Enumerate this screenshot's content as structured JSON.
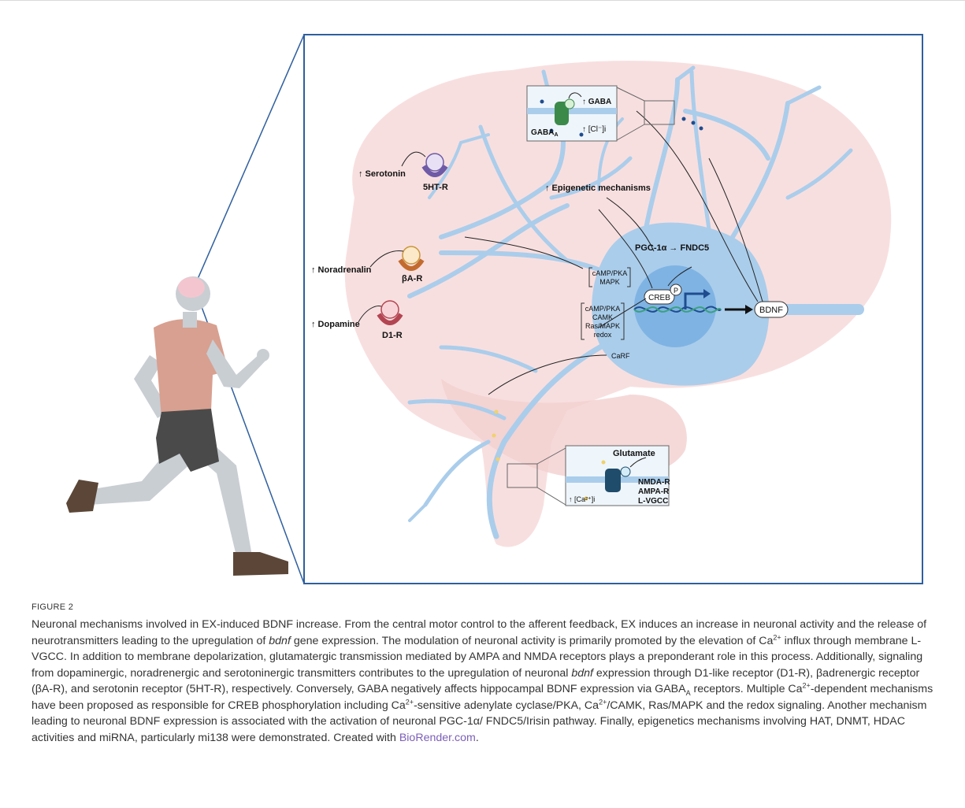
{
  "figure": {
    "label": "FIGURE 2",
    "caption": {
      "p01": "Neuronal mechanisms involved in EX-induced BDNF increase. From the central motor control to the afferent feedback, EX induces an increase in neuronal activity and the release of neurotransmitters leading to the upregulation of ",
      "i01": "bdnf",
      "p02": " gene expression. The modulation of neuronal activity is primarily promoted by the elevation of Ca",
      "s01": "2+",
      "p03": " influx through membrane L-VGCC. In addition to membrane depolarization, glutamatergic transmission mediated by AMPA and NMDA receptors plays a preponderant role in this process. Additionally, signaling from dopaminergic, noradrenergic and serotoninergic transmitters contributes to the upregulation of neuronal ",
      "i02": "bdnf",
      "p04": " expression through D1-like receptor (D1-R), βadrenergic receptor (βA-R), and serotonin receptor (5HT-R), respectively. Conversely, GABA negatively affects hippocampal BDNF expression via GABA",
      "b01": "A",
      "p05": " receptors. Multiple Ca",
      "s02": "2+",
      "p06": "-dependent mechanisms have been proposed as responsible for CREB phosphorylation including Ca",
      "s03": "2+",
      "p07": "-sensitive adenylate cyclase/PKA, Ca",
      "s04": "2+",
      "p08": "/CAMK, Ras/MAPK and the redox signaling. Another mechanism leading to neuronal BDNF expression is associated with the activation of neuronal PGC-1α/ FNDC5/Irisin pathway. Finally, epigenetics mechanisms involving HAT, DNMT, HDAC activities and miRNA, particularly mi138 were demonstrated. Created with ",
      "link": "BioRender.com",
      "p09": "."
    }
  },
  "diagram": {
    "serotonin": "↑ Serotonin",
    "receptor_5ht": "5HT-R",
    "noradrenalin": "↑ Noradrenalin",
    "receptor_ba": "βA-R",
    "dopamine": "↑ Dopamine",
    "receptor_d1": "D1-R",
    "epigenetic": "↑ Epigenetic mechanisms",
    "pgc": "PGC-1α → FNDC5",
    "creb": "CREB",
    "phospho": "P",
    "bdnf": "BDNF",
    "caRF": "CaRF",
    "pathway_a": [
      "cAMP/PKA",
      "MAPK"
    ],
    "pathway_b": [
      "cAMP/PKA",
      "CAMK",
      "Ras/MAPK",
      "redox"
    ],
    "gaba_inset": {
      "gaba": "↑ GABA",
      "receptor": "GABA",
      "receptor_sub": "A",
      "chloride": "↑ [Cl⁻]i"
    },
    "glu_inset": {
      "glutamate": "Glutamate",
      "nmda": "NMDA-R",
      "ampa": "AMPA-R",
      "lvgcc": "L-VGCC",
      "calcium": "↑ [Ca²⁺]i"
    }
  },
  "colors": {
    "brain": "#f7dcdc",
    "neuron": "#aacdeb",
    "nucleus": "#7fb3e3",
    "frame": "#2f5f9e",
    "runner_skin": "#d8a090",
    "runner_shorts": "#4a4a4a",
    "link": "#7b5fb8"
  }
}
